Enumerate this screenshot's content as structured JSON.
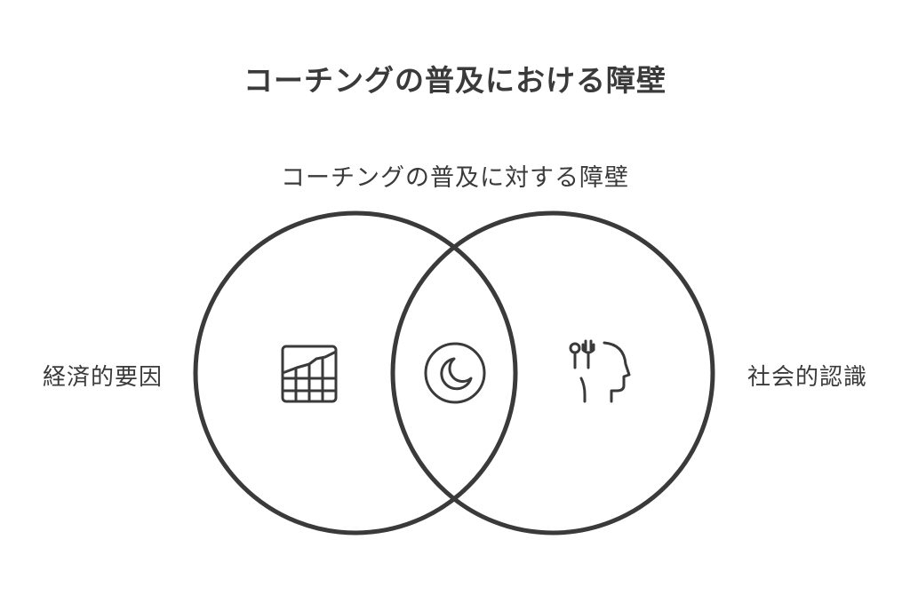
{
  "title": "コーチングの普及における障壁",
  "diagram": {
    "subtitle": "コーチングの普及に対する障壁",
    "left_label": "経済的要因",
    "right_label": "社会的認識",
    "icons": {
      "left": "chart-icon",
      "center": "moon-icon",
      "right": "head-tools-icon"
    },
    "colors": {
      "stroke": "#3a3a3a",
      "text": "#3a3a3a",
      "background": "#ffffff"
    }
  }
}
